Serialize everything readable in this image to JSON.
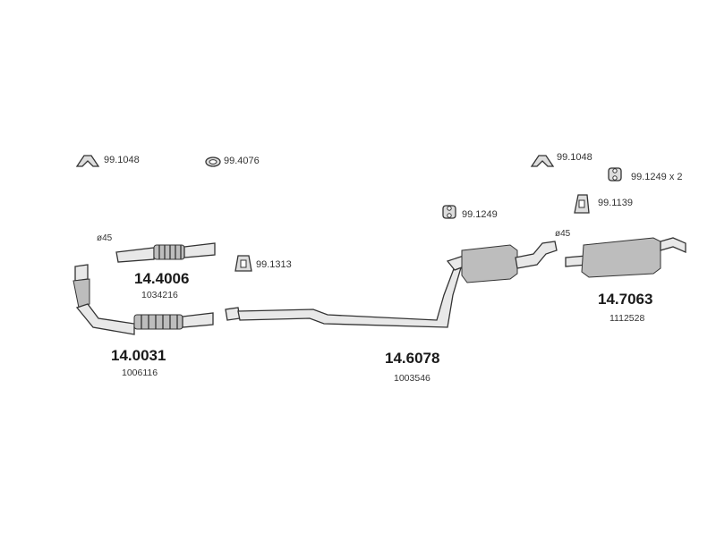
{
  "hardware": [
    {
      "code": "99.1048"
    },
    {
      "code": "99.4076"
    },
    {
      "code": "99.1048"
    },
    {
      "code": "99.1249 x 2"
    },
    {
      "code": "99.1249"
    },
    {
      "code": "99.1139"
    },
    {
      "code": "99.1313"
    }
  ],
  "parts": [
    {
      "number": "14.4006",
      "ref": "1034216",
      "diameter": "ø45"
    },
    {
      "number": "14.0031",
      "ref": "1006116"
    },
    {
      "number": "14.6078",
      "ref": "1003546"
    },
    {
      "number": "14.7063",
      "ref": "1112528",
      "diameter": "ø45"
    }
  ]
}
